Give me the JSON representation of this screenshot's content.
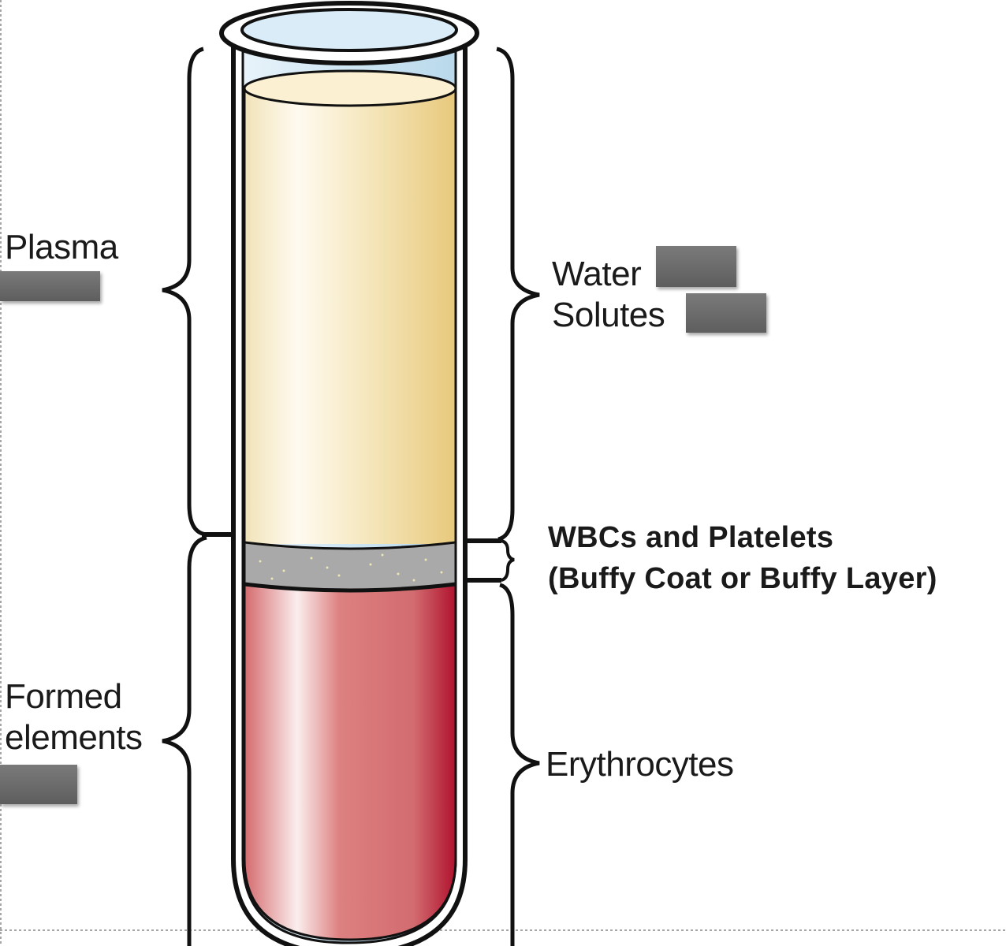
{
  "labels": {
    "plasma": "Plasma",
    "formed_line1": "Formed",
    "formed_line2": "elements",
    "water": "Water",
    "solutes": "Solutes",
    "buffy_line1": "WBCs and Platelets",
    "buffy_line2": "(Buffy Coat or Buffy Layer)",
    "erythrocytes": "Erythrocytes"
  },
  "masks": [
    "plasma-percent",
    "water-percent",
    "solutes-percent",
    "formed-percent"
  ],
  "colors": {
    "plasma": "#f3e3b0",
    "buffy": "#a9a9a9",
    "erythrocytes": "#c9555d",
    "tube_glass": "#d6ebf5",
    "outline": "#111111",
    "mask": "#6b6b6b"
  }
}
